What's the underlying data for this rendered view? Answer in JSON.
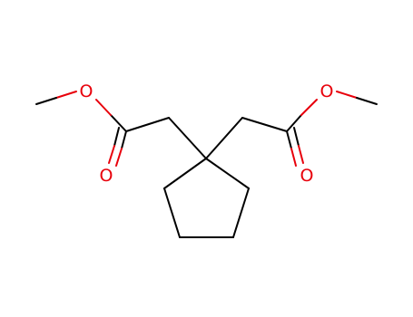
{
  "molecule": {
    "atoms": {
      "o_ester_left": "O",
      "o_carbonyl_left": "O",
      "o_ester_right": "O",
      "o_carbonyl_right": "O"
    },
    "colors": {
      "carbon_bond": "#000000",
      "oxygen": "#e8000b",
      "background": "#ffffff"
    }
  }
}
